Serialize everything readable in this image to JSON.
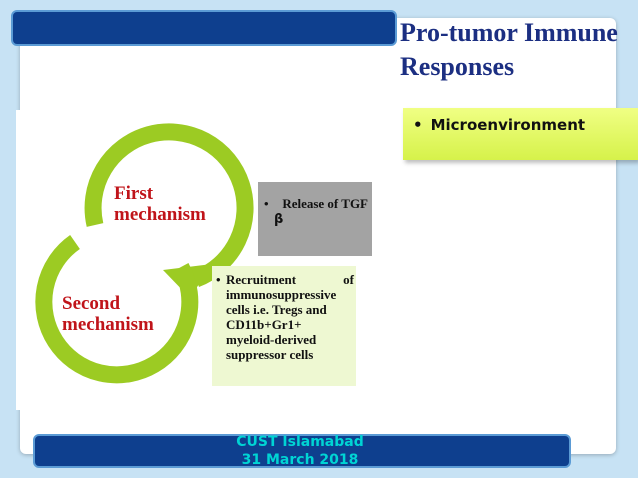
{
  "slide": {
    "title_line1": "Pro-tumor Immune",
    "title_line2": "Responses",
    "bullet_glyph": "•",
    "microenvironment": "Microenvironment",
    "first_mechanism_line1": "First",
    "first_mechanism_line2": "mechanism",
    "second_mechanism_line1": "Second",
    "second_mechanism_line2": "mechanism",
    "tgf_text": "Release of TGF",
    "tgf_beta": "β",
    "recruitment_line1": "Recruitment of immunosuppressive cells i.e. Tregs and",
    "recruitment_line2": "CD11b+Gr1+",
    "recruitment_line3": "myeloid-derived",
    "recruitment_line4": "suppressor cells",
    "footer_line1": "CUST Islamabad",
    "footer_line2": "31 March 2018"
  },
  "colors": {
    "header_bar": "#0e3f8e",
    "title_text": "#1c2f82",
    "arrow_green": "#9ccb23",
    "mechanism_text": "#c0141a",
    "footer_text": "#00d4d4"
  },
  "icons": [
    "curved-arrow-icon",
    "circular-arrow-icon"
  ]
}
